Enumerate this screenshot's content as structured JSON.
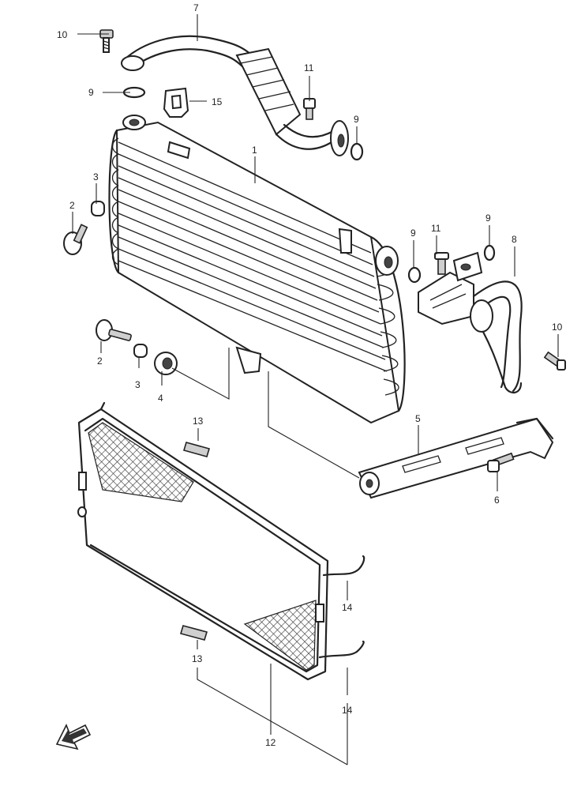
{
  "callouts": {
    "c1": "1",
    "c2a": "2",
    "c2b": "2",
    "c3a": "3",
    "c3b": "3",
    "c4": "4",
    "c5": "5",
    "c6": "6",
    "c7": "7",
    "c8": "8",
    "c9a": "9",
    "c9b": "9",
    "c9c": "9",
    "c9d": "9",
    "c10a": "10",
    "c10b": "10",
    "c11a": "11",
    "c11b": "11",
    "c12": "12",
    "c13a": "13",
    "c13b": "13",
    "c14a": "14",
    "c14b": "14",
    "c15": "15"
  },
  "icons": {
    "front_arrow": "front-direction-arrow"
  }
}
